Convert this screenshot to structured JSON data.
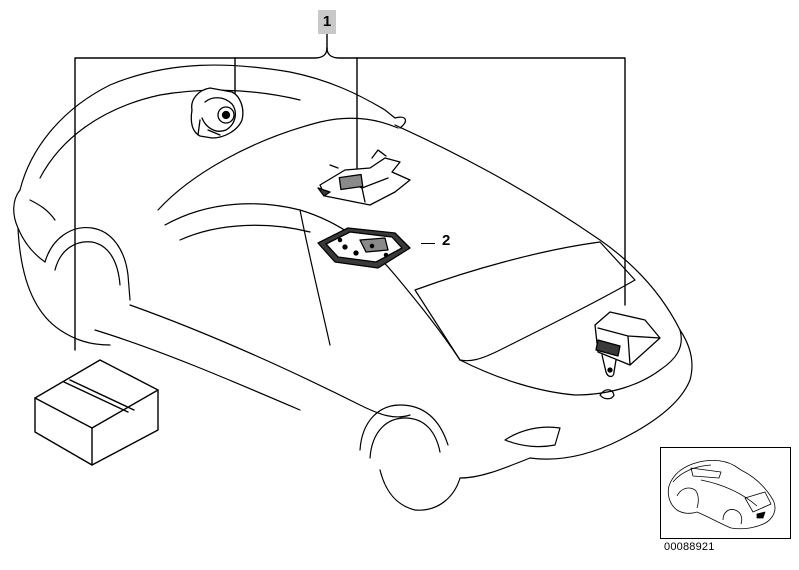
{
  "callouts": {
    "main_kit": "1",
    "control_unit": "2"
  },
  "diagram": {
    "id": "00088921"
  },
  "colors": {
    "line": "#000000",
    "callout_bg": "#c8c8c8",
    "part_dark": "#3a3a3a",
    "part_grey": "#8a8a8a"
  }
}
